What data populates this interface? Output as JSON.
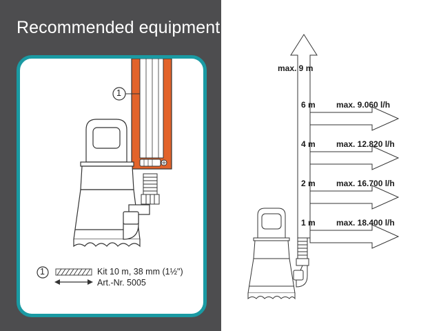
{
  "title": "Recommended equipment:",
  "callout_number": "1",
  "kit": {
    "number": "1",
    "line1": "Kit 10 m, 38 mm (1½\")",
    "line2": "Art.-Nr. 5005"
  },
  "colors": {
    "panel_bg": "#4d4d4f",
    "card_border": "#1a9aa3",
    "hose_orange": "#e2632a"
  },
  "chart": {
    "max_height_label": "max.  9  m",
    "levels": [
      {
        "height": "6  m",
        "flow": "max. 9.060 l/h"
      },
      {
        "height": "4  m",
        "flow": "max. 12.820 l/h"
      },
      {
        "height": "2  m",
        "flow": "max. 16.700 l/h"
      },
      {
        "height": "1  m",
        "flow": "max. 18.400 l/h"
      }
    ]
  }
}
